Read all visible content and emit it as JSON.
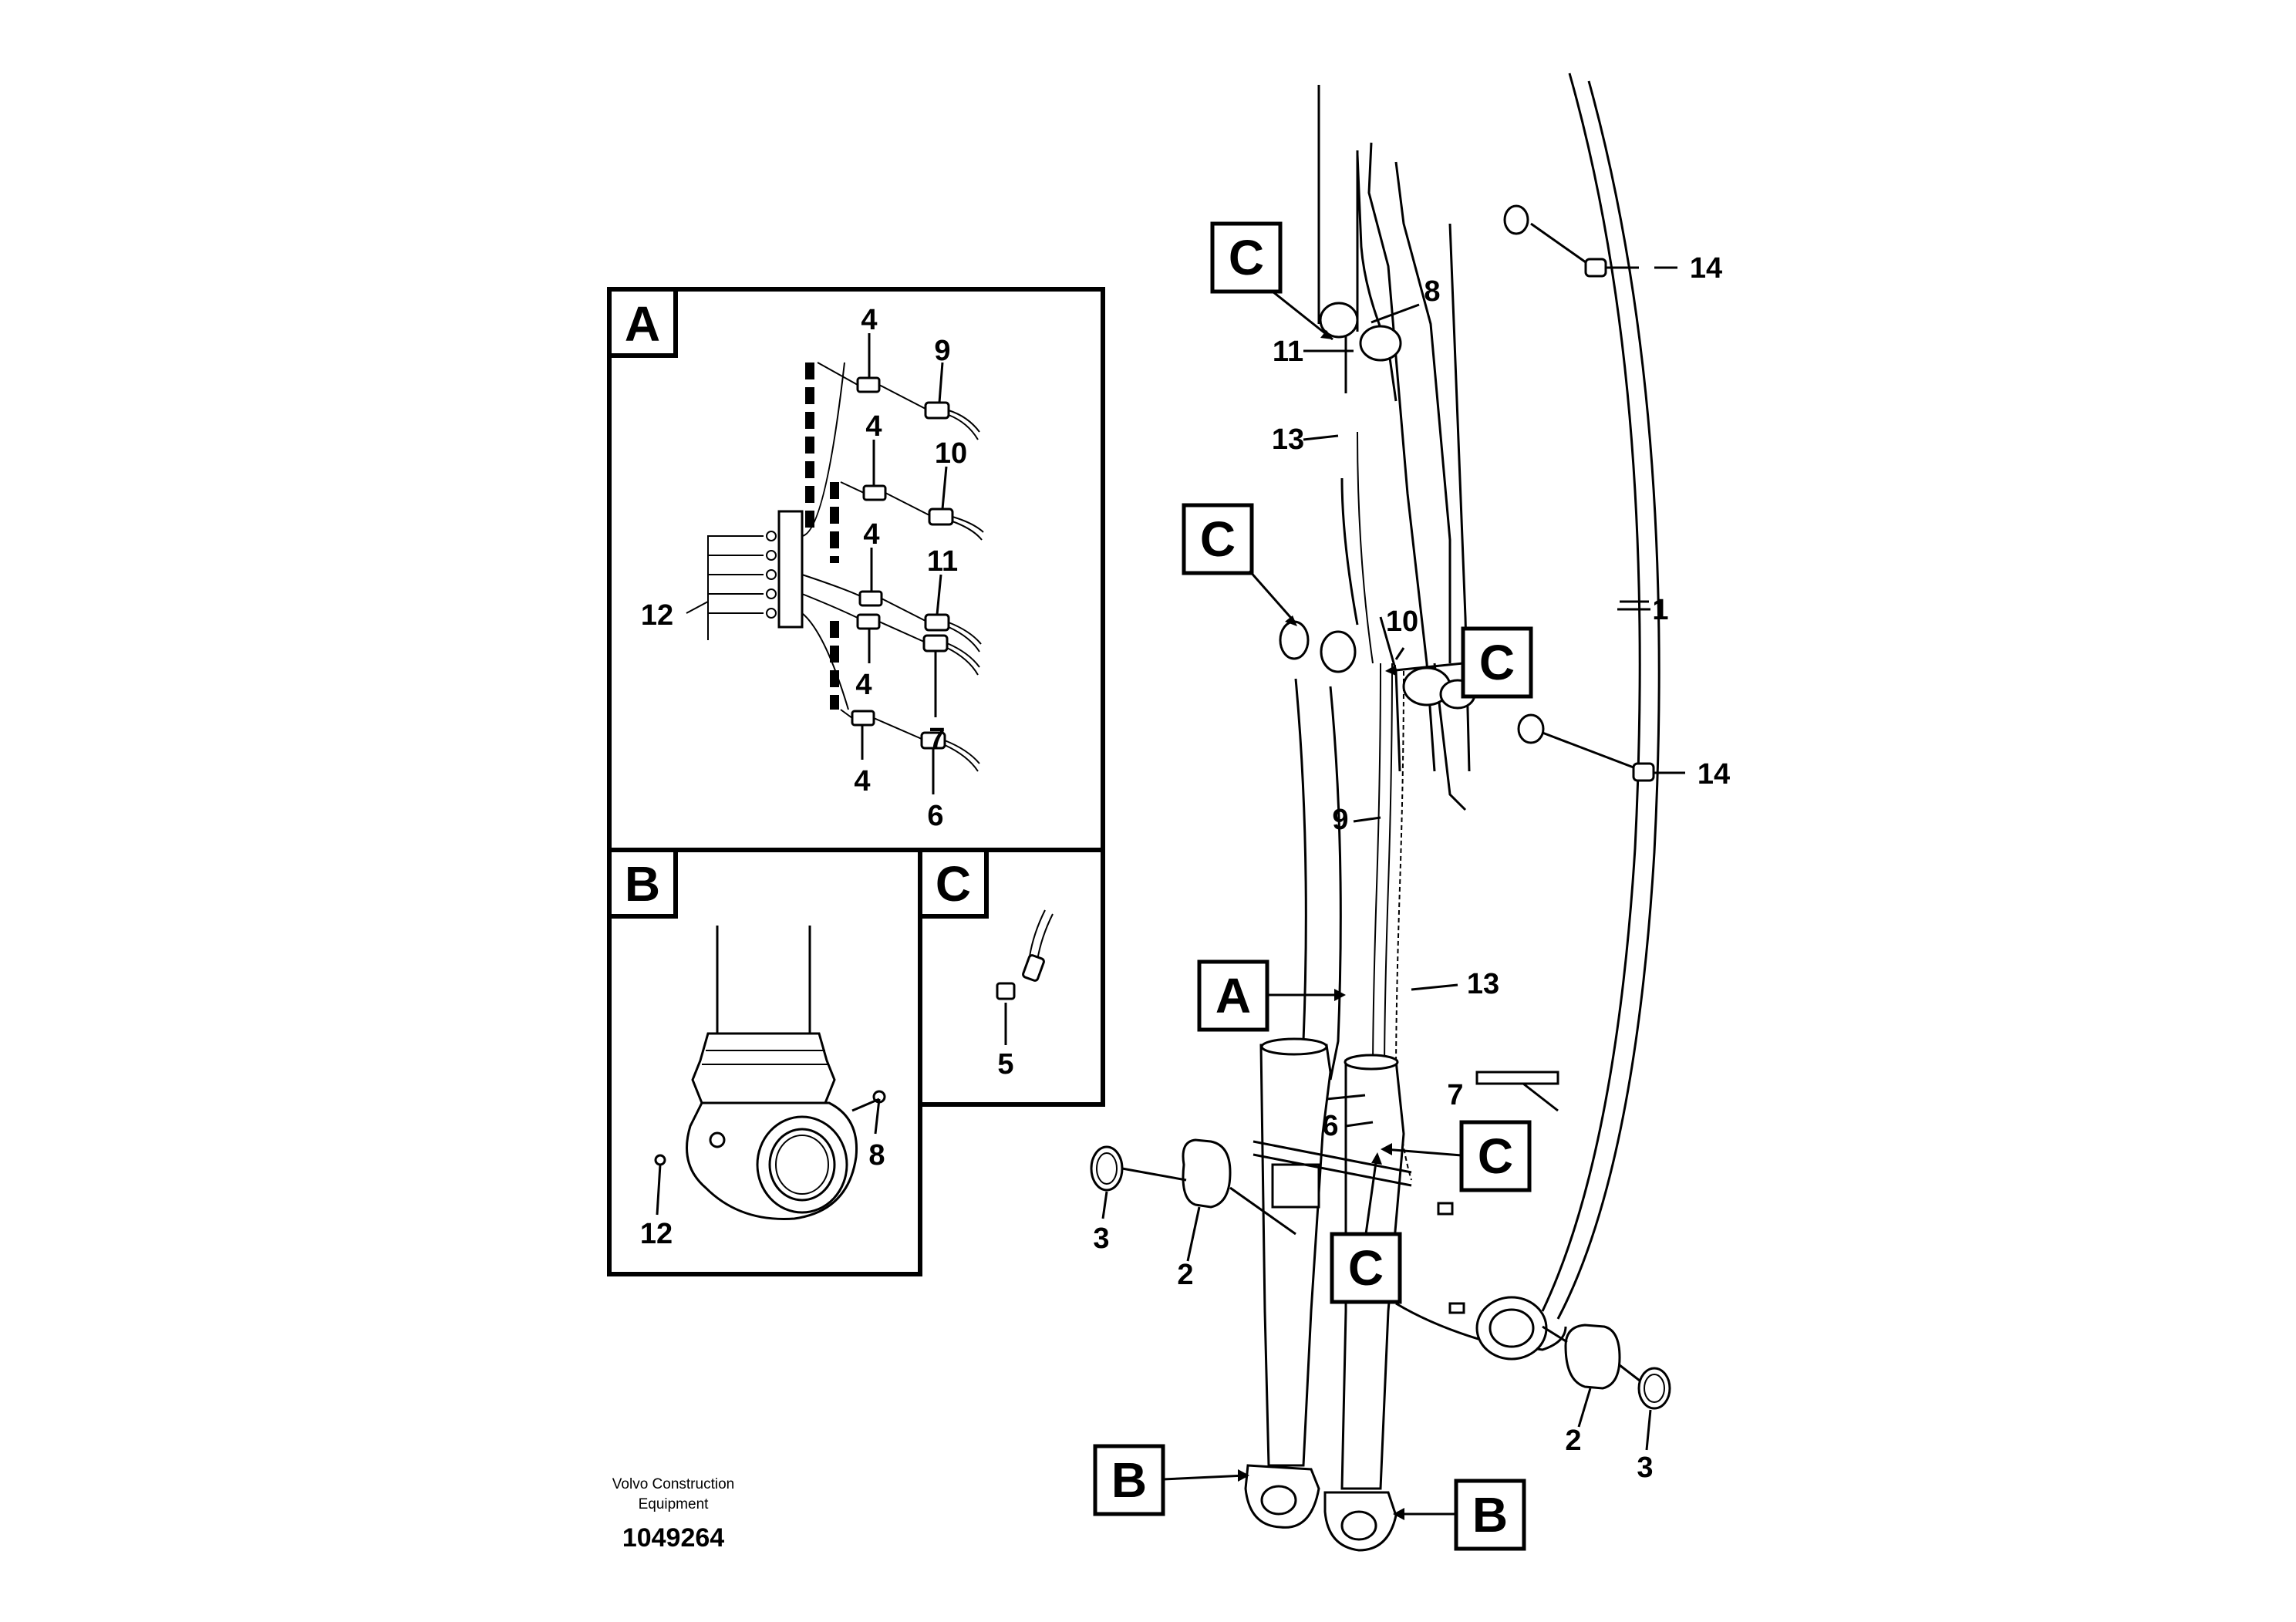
{
  "detail_panels": {
    "A": {
      "label": "A",
      "callouts": [
        "4",
        "9",
        "4",
        "10",
        "4",
        "11",
        "12",
        "4",
        "7",
        "4",
        "6"
      ]
    },
    "B": {
      "label": "B",
      "callouts": [
        "8",
        "12"
      ]
    },
    "C": {
      "label": "C",
      "callouts": [
        "5"
      ]
    }
  },
  "main_view": {
    "view_markers": [
      "C",
      "C",
      "C",
      "A",
      "C",
      "C",
      "B",
      "B"
    ],
    "callouts": [
      "14",
      "8",
      "11",
      "13",
      "1",
      "10",
      "14",
      "9",
      "13",
      "7",
      "6",
      "3",
      "2",
      "2",
      "3"
    ]
  },
  "footer": {
    "company_line1": "Volvo Construction",
    "company_line2": "Equipment",
    "drawing_number": "1049264"
  }
}
